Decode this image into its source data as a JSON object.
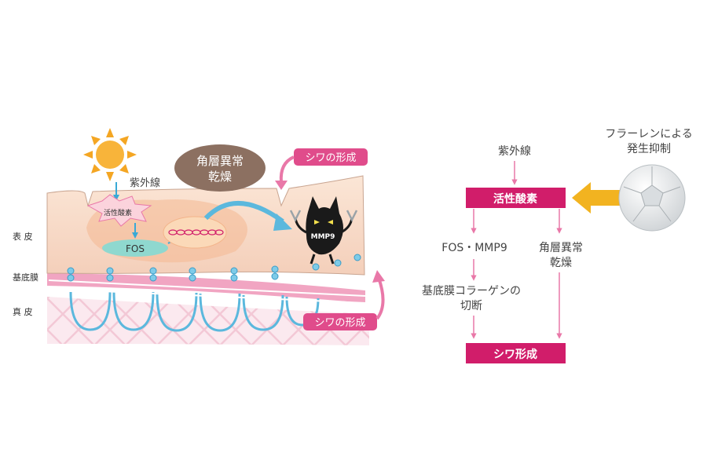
{
  "illustration": {
    "uv_label": "紫外線",
    "keratin_label_line1": "角層異常",
    "keratin_label_line2": "乾燥",
    "wrinkle_label_top": "シワの形成",
    "wrinkle_label_bottom": "シワの形成",
    "ros_label": "活性酸素",
    "fos_label": "FOS",
    "mmp9_label": "MMP9",
    "layer_labels": {
      "epidermis": "表 皮",
      "basement": "基底膜",
      "dermis": "真 皮"
    }
  },
  "flowchart": {
    "uv_label": "紫外線",
    "ros_box": "活性酸素",
    "fullerene_line1": "フラーレンによる",
    "fullerene_line2": "発生抑制",
    "left_branch": "FOS・MMP9",
    "right_branch_line1": "角層異常",
    "right_branch_line2": "乾燥",
    "collagen_line1": "基底膜コラーゲンの",
    "collagen_line2": "切断",
    "result_box": "シワ形成"
  },
  "colors": {
    "magenta": "#d11d6a",
    "pink_arrow": "#e978a8",
    "skin": "#f8dfcd",
    "basement": "#f1a5c2",
    "dermis": "#fbe8ee",
    "cyan": "#5bb8dd",
    "orange_arrow": "#f2b320",
    "brown_bubble": "#8c7061"
  }
}
